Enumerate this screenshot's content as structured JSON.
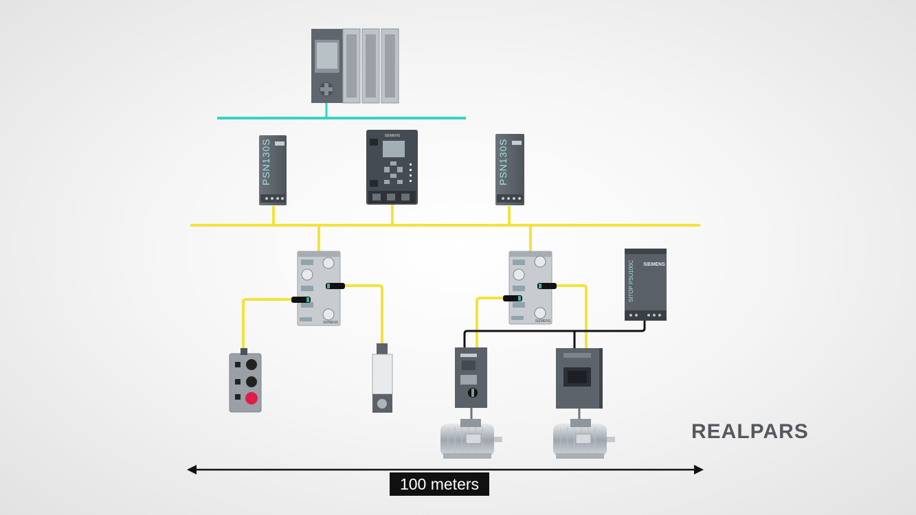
{
  "distance_label": "100 meters",
  "brand_logo": "REALPARS",
  "devices": {
    "psu_left_label": "PSN130S",
    "psu_right_label": "PSN130S",
    "psu_small_label": "SITOP PSU100C",
    "brand_text": "SIEMENS"
  },
  "colors": {
    "profinet_bus": "#37d3c2",
    "fieldbus": "#f6e63c",
    "power_cable": "#111111",
    "device_body": "#5e646b",
    "io_module": "#c9cdd1"
  },
  "icons": [
    "plc-cpu-icon",
    "hmi-controller-icon",
    "power-supply-icon",
    "distributed-io-icon",
    "push-button-station-icon",
    "limit-switch-icon",
    "motor-starter-icon",
    "soft-starter-icon",
    "electric-motor-icon"
  ]
}
